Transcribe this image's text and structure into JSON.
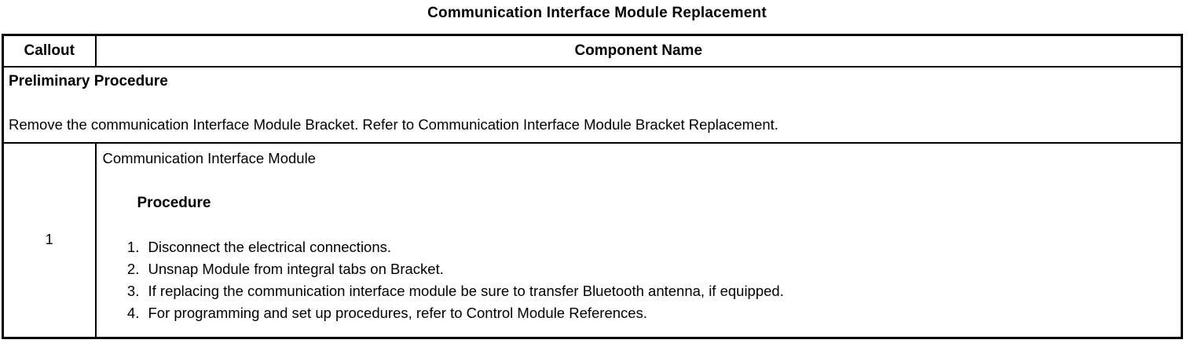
{
  "page": {
    "title": "Communication Interface Module Replacement"
  },
  "table": {
    "header": {
      "callout": "Callout",
      "component": "Component Name"
    },
    "preliminary": {
      "heading": "Preliminary Procedure",
      "text": "Remove the communication Interface Module Bracket. Refer to Communication Interface Module Bracket Replacement."
    },
    "rows": [
      {
        "callout": "1",
        "component": "Communication Interface Module",
        "procedure_heading": "Procedure",
        "steps": [
          "Disconnect the electrical connections.",
          "Unsnap Module from integral tabs on Bracket.",
          "If replacing the communication interface module be sure to transfer Bluetooth antenna, if equipped.",
          "For programming and set up procedures, refer to Control Module References."
        ]
      }
    ]
  },
  "colors": {
    "text": "#000000",
    "background": "#ffffff",
    "border": "#000000"
  }
}
